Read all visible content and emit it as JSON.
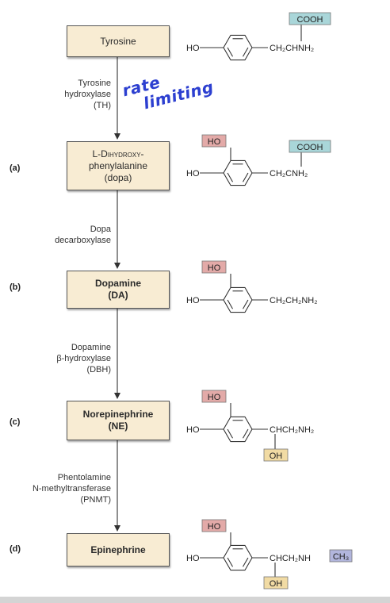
{
  "steps": [
    {
      "name": "Tyrosine",
      "lines": [
        "Tyrosine"
      ],
      "bold": false
    },
    {
      "id": "(a)",
      "lines": [
        "L-Dihydroxy-",
        "phenylalanine",
        "(dopa)"
      ],
      "bold": false
    },
    {
      "id": "(b)",
      "lines": [
        "Dopamine",
        "(DA)"
      ],
      "bold": true
    },
    {
      "id": "(c)",
      "lines": [
        "Norepinephrine",
        "(NE)"
      ],
      "bold": true
    },
    {
      "id": "(d)",
      "lines": [
        "Epinephrine"
      ],
      "bold": true
    }
  ],
  "enzymes": [
    {
      "lines": [
        "Tyrosine",
        "hydroxylase",
        "(TH)"
      ]
    },
    {
      "lines": [
        "Dopa",
        "decarboxylase"
      ]
    },
    {
      "lines": [
        "Dopamine",
        "β-hydroxylase",
        "(DBH)"
      ]
    },
    {
      "lines": [
        "Phentolamine",
        "N-methyltransferase",
        "(PNMT)"
      ]
    }
  ],
  "annotation": {
    "line1": "rate",
    "line2": "limiting"
  },
  "structures": {
    "ho": "HO",
    "oh": "OH",
    "cooh": "COOH",
    "ch3": "CH₃",
    "tyrosine_chain": "CH₂CHNH₂",
    "dopa_chain": "CH₂CNH₂",
    "dopamine_chain": "CH₂CH₂NH₂",
    "ne_chain": "CHCH₂NH₂",
    "epi_chain": "CHCH₂NH"
  },
  "colors": {
    "box": "#f8ecd3",
    "cooh": "#a9d6d9",
    "ho": "#e3aaa8",
    "oh": "#f1dba4",
    "ch3": "#b2b6dd",
    "annotation": "#2c3fd0"
  }
}
